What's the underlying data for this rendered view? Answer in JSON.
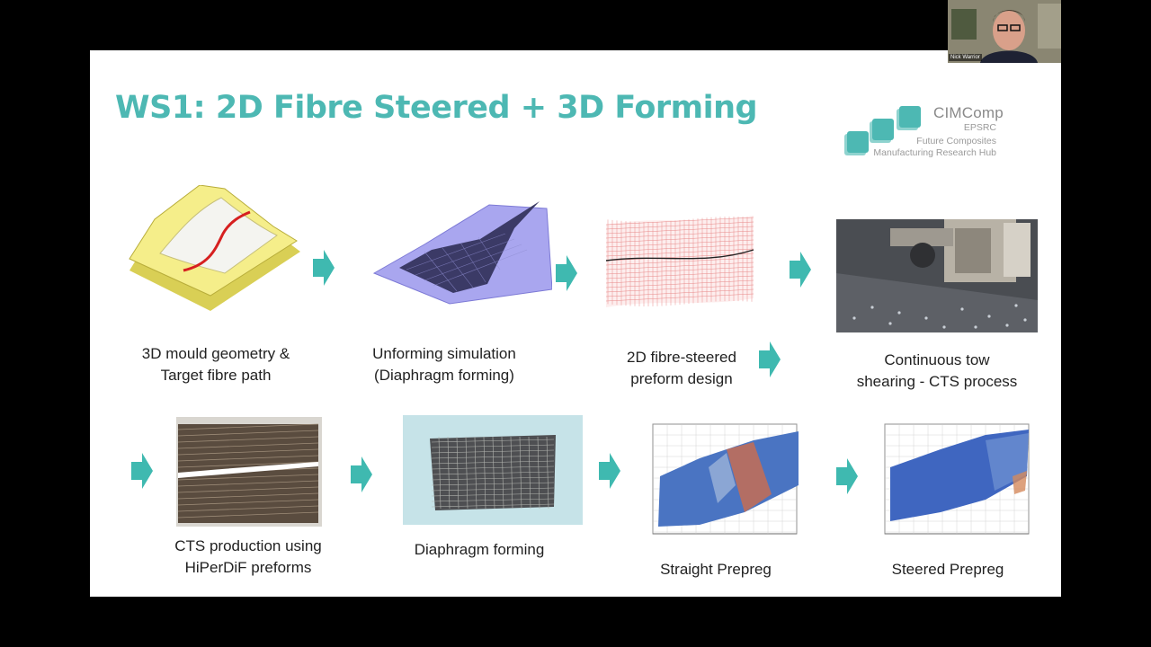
{
  "slide": {
    "title": "WS1: 2D Fibre Steered + 3D Forming",
    "logo": {
      "brand": "CIMComp",
      "line1": "EPSRC",
      "line2": "Future Composites",
      "line3": "Manufacturing Research Hub"
    },
    "steps": [
      {
        "line1": "3D mould geometry &",
        "line2": "Target fibre path"
      },
      {
        "line1": "Unforming simulation",
        "line2": "(Diaphragm forming)"
      },
      {
        "line1": "2D fibre-steered",
        "line2": "preform design"
      },
      {
        "line1": "Continuous tow",
        "line2": "shearing - CTS process"
      },
      {
        "line1": "CTS production using",
        "line2": "HiPerDiF preforms"
      },
      {
        "line1": "Diaphragm forming",
        "line2": ""
      },
      {
        "line1": "Straight Prepreg",
        "line2": ""
      },
      {
        "line1": "Steered Prepreg",
        "line2": ""
      }
    ]
  },
  "webcam": {
    "participant_name": "Nick Warrior"
  },
  "colors": {
    "accent": "#4db8b3",
    "arrow": "#3fb9b0",
    "mould": "#f5ee8a",
    "fibre_path": "#d62020"
  }
}
